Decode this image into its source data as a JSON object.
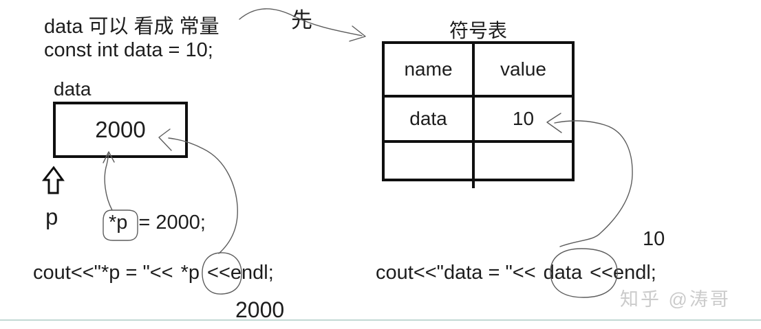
{
  "colors": {
    "ink": "#1d1d1d",
    "border": "#0f0f0f",
    "sketch": "#5c5c5c",
    "watermark": "#cbcbcb",
    "footer_line": "#c2d8d4"
  },
  "notes": {
    "line1": "data 可以 看成 常量",
    "line2": "const int data = 10;",
    "order_hint": "先"
  },
  "memory_box": {
    "label": "data",
    "value": "2000",
    "pointer_label": "p"
  },
  "assignment": {
    "circled": "*p",
    "rest": "= 2000;"
  },
  "cout_left": {
    "prefix": "cout<<\"*p = \"<<",
    "circled": "*p",
    "suffix": "<<endl;",
    "output": "2000"
  },
  "symbol_table": {
    "title": "符号表",
    "columns": [
      "name",
      "value"
    ],
    "rows": [
      [
        "data",
        "10"
      ],
      [
        "",
        ""
      ]
    ]
  },
  "cout_right": {
    "prefix": "cout<<\"data = \"<<",
    "circled": "data",
    "suffix": "<<endl;",
    "output": "10"
  },
  "watermark": "知乎 @涛哥"
}
